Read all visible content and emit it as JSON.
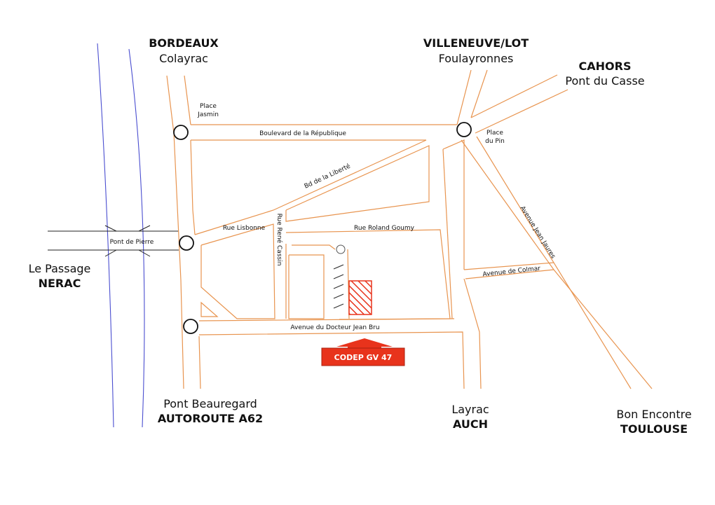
{
  "cities": {
    "bordeaux": "BORDEAUX",
    "colayrac": "Colayrac",
    "villeneuve": "VILLENEUVE/LOT",
    "foulayronnes": "Foulayronnes",
    "cahors": "CAHORS",
    "pont_du_casse": "Pont du Casse",
    "le_passage": "Le Passage",
    "nerac": "NERAC",
    "pont_beauregard": "Pont Beauregard",
    "autoroute": "AUTOROUTE A62",
    "layrac": "Layrac",
    "auch": "AUCH",
    "bon_encontre": "Bon Encontre",
    "toulouse": "TOULOUSE"
  },
  "streets": {
    "place_jasmin_1": "Place",
    "place_jasmin_2": "Jasmin",
    "boulevard_republique": "Boulevard de la République",
    "place_du_pin_1": "Place",
    "place_du_pin_2": "du Pin",
    "bd_liberte": "Bd de la Liberté",
    "rue_lisbonne": "Rue Lisbonne",
    "rue_rene_cassin": "Rue René Cassin",
    "rue_roland_goumy": "Rue Roland Goumy",
    "avenue_jean_jaures": "Avenue Jean Jaures",
    "pont_de_pierre": "Pont de Pierre",
    "avenue_colmar": "Avenue de Colmar",
    "avenue_jean_bru": "Avenue du Docteur Jean Bru"
  },
  "destination": {
    "label": "CODEP GV 47"
  },
  "colors": {
    "roads": "#e8944f",
    "river": "#4a4ed0",
    "destination": "#e8331c"
  }
}
